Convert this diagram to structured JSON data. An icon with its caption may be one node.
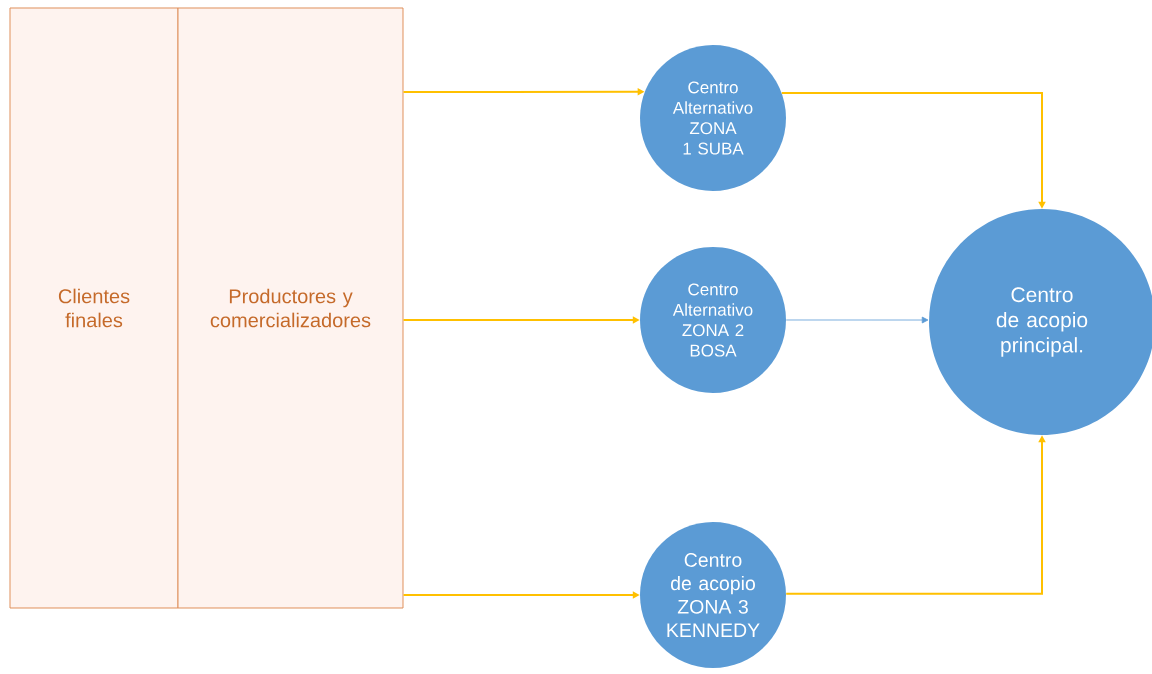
{
  "diagram": {
    "nodes": [
      {
        "text": [
          "Clientes finales"
        ]
      },
      {
        "text": [
          "Productores y comercializadores"
        ]
      },
      {
        "text": [
          "Centro Alternativo ZONA 1 SUBA"
        ]
      },
      {
        "text": [
          "Centro Alternativo ZONA 2 BOSA"
        ]
      },
      {
        "text": [
          "Centro de acopio ZONA 3 KENNEDY"
        ]
      },
      {
        "text": [
          "Centro de acopio principal."
        ]
      }
    ],
    "edges": [
      {
        "from": 1,
        "to": 2,
        "arrow": "to"
      },
      {
        "from": 1,
        "to": 3,
        "arrow": "to"
      },
      {
        "from": 1,
        "to": 4,
        "arrow": "to"
      },
      {
        "from": 2,
        "to": 5,
        "arrow": "to"
      },
      {
        "from": 3,
        "to": 5,
        "arrow": "to",
        "color": "#5b9bd5"
      },
      {
        "from": 4,
        "to": 5,
        "arrow": "to"
      }
    ]
  }
}
